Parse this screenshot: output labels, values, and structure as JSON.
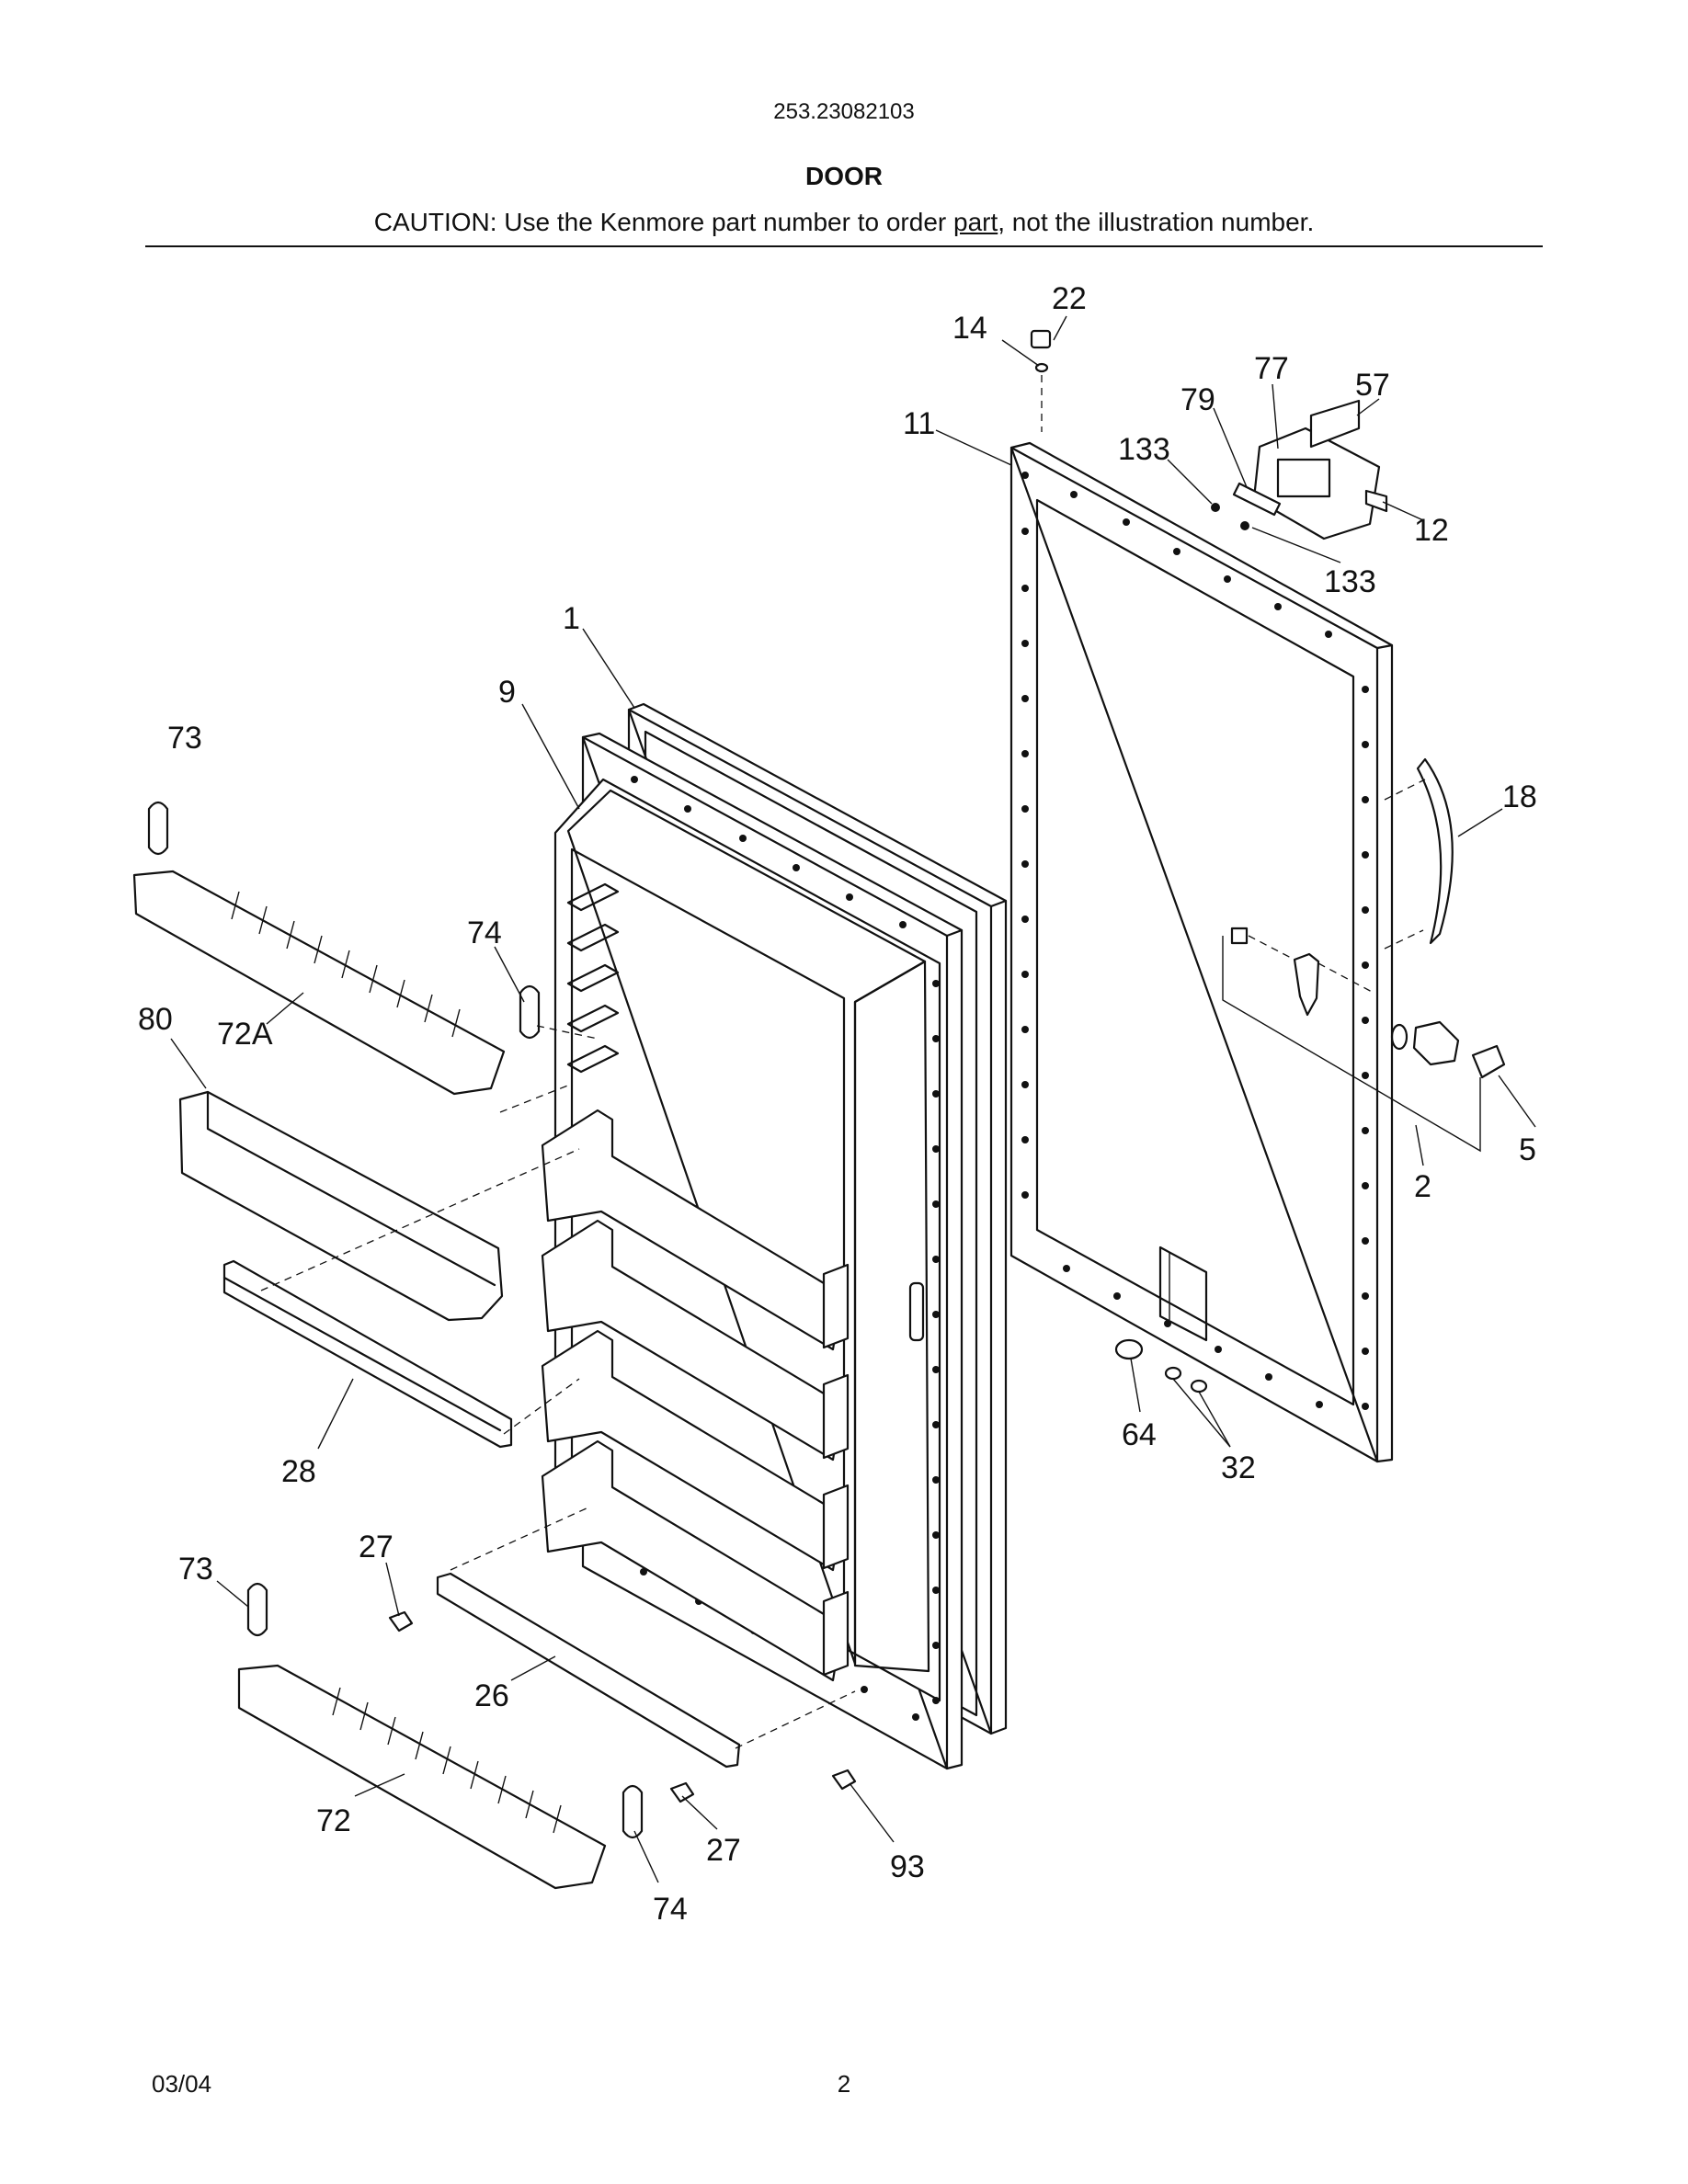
{
  "header": {
    "model_number": "253.23082103",
    "title": "DOOR",
    "caution_before": "CAUTION: Use the Kenmore part number to order ",
    "caution_underlined": "part",
    "caution_after": ", not the illustration number."
  },
  "footer": {
    "date": "03/04",
    "page_number": "2"
  },
  "callouts": {
    "c22": "22",
    "c14": "14",
    "c11": "11",
    "c77": "77",
    "c57": "57",
    "c79": "79",
    "c133a": "133",
    "c12": "12",
    "c133b": "133",
    "c1": "1",
    "c9": "9",
    "c73a": "73",
    "c18": "18",
    "c74a": "74",
    "c80": "80",
    "c72A": "72A",
    "c5": "5",
    "c2": "2",
    "c28": "28",
    "c64": "64",
    "c32": "32",
    "c27a": "27",
    "c73b": "73",
    "c26": "26",
    "c72": "72",
    "c27b": "27",
    "c93": "93",
    "c74b": "74"
  }
}
